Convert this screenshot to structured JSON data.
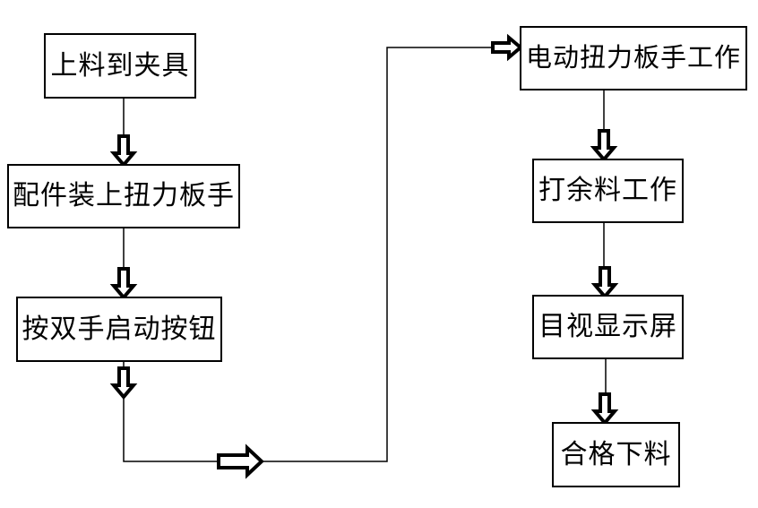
{
  "page": {
    "background_color": "#ffffff"
  },
  "flowchart": {
    "colors": {
      "box_border": "#000000",
      "box_fill": "#ffffff",
      "text": "#000000",
      "connector_line": "#000000",
      "arrow_outline": "#000000",
      "arrow_fill": "#ffffff"
    },
    "steps": [
      {
        "label": "上料到夹具"
      },
      {
        "label": "配件装上扭力板手"
      },
      {
        "label": "按双手启动按钮"
      },
      {
        "label": "电动扭力板手工作"
      },
      {
        "label": "打余料工作"
      },
      {
        "label": "目视显示屏"
      },
      {
        "label": "合格下料"
      }
    ]
  }
}
